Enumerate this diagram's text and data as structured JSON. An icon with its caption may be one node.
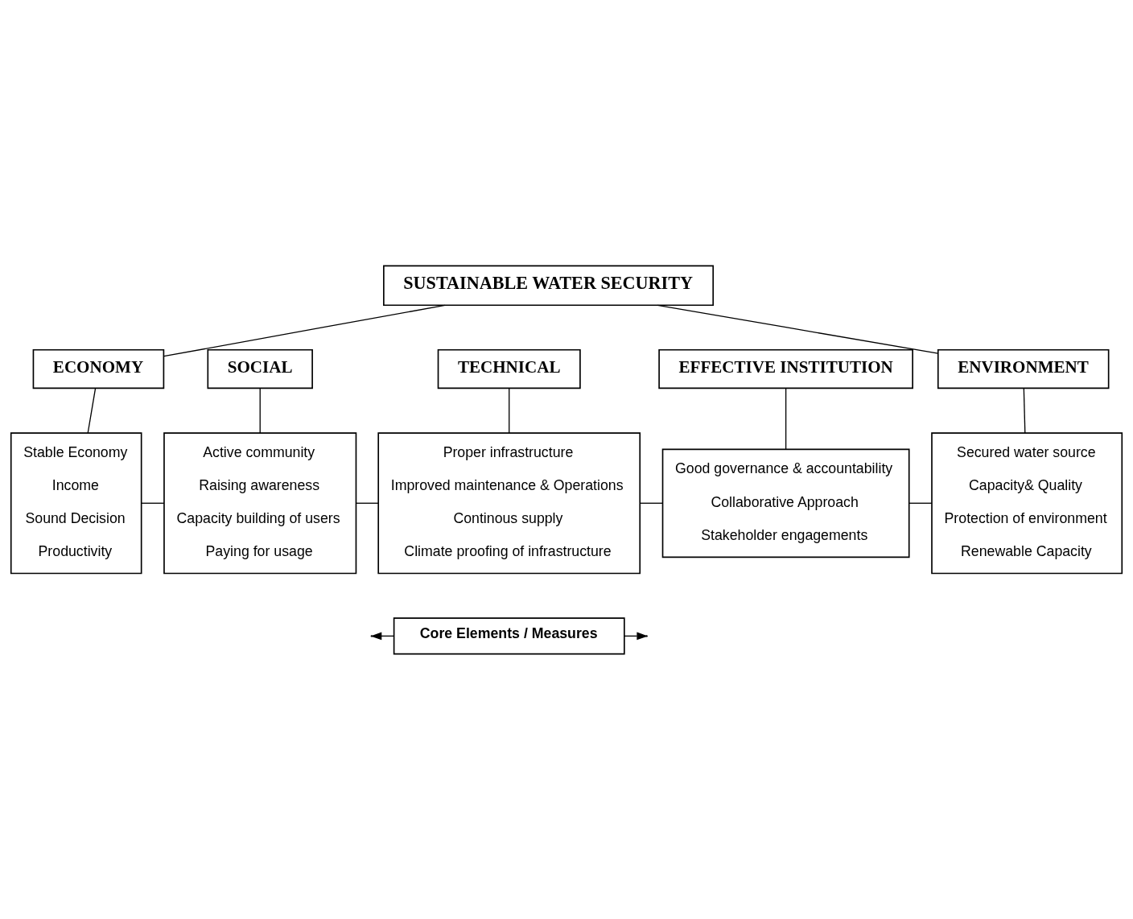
{
  "diagram": {
    "nodes": [
      {
        "text": [
          "SUSTAINABLE WATER SECURITY"
        ]
      },
      {
        "text": [
          "ECONOMY"
        ]
      },
      {
        "text": [
          "SOCIAL"
        ]
      },
      {
        "text": [
          "TECHNICAL"
        ]
      },
      {
        "text": [
          "EFFECTIVE INSTITUTION"
        ]
      },
      {
        "text": [
          "ENVIRONMENT"
        ]
      },
      {
        "text": [
          "Stable Economy",
          "Income",
          "Sound Decision",
          "Productivity"
        ]
      },
      {
        "text": [
          "Active community",
          "Raising awareness",
          "Capacity building of users",
          "Paying for usage"
        ]
      },
      {
        "text": [
          "Proper infrastructure",
          "Improved maintenance & Operations",
          "Continous supply",
          "Climate proofing of infrastructure"
        ]
      },
      {
        "text": [
          "Good governance & accountability",
          "Collaborative Approach",
          "Stakeholder engagements"
        ]
      },
      {
        "text": [
          "Secured water source",
          "Capacity& Quality",
          "Protection of environment",
          "Renewable Capacity"
        ]
      },
      {
        "text": [
          "Core Elements / Measures"
        ]
      }
    ],
    "edges": [
      {
        "from": 0,
        "to": 1,
        "arrow": "none"
      },
      {
        "from": 0,
        "to": 5,
        "arrow": "none"
      },
      {
        "from": 1,
        "to": 6,
        "arrow": "none"
      },
      {
        "from": 2,
        "to": 7,
        "arrow": "none"
      },
      {
        "from": 3,
        "to": 8,
        "arrow": "none"
      },
      {
        "from": 4,
        "to": 9,
        "arrow": "none"
      },
      {
        "from": 5,
        "to": 10,
        "arrow": "none"
      },
      {
        "from": 6,
        "to": 7,
        "arrow": "none"
      },
      {
        "from": 7,
        "to": 8,
        "arrow": "none"
      },
      {
        "from": 8,
        "to": 9,
        "arrow": "none"
      },
      {
        "from": 9,
        "to": 10,
        "arrow": "none"
      },
      {
        "from": 11,
        "to": null,
        "arrow": "to"
      },
      {
        "from": 11,
        "to": null,
        "arrow": "to"
      }
    ]
  }
}
